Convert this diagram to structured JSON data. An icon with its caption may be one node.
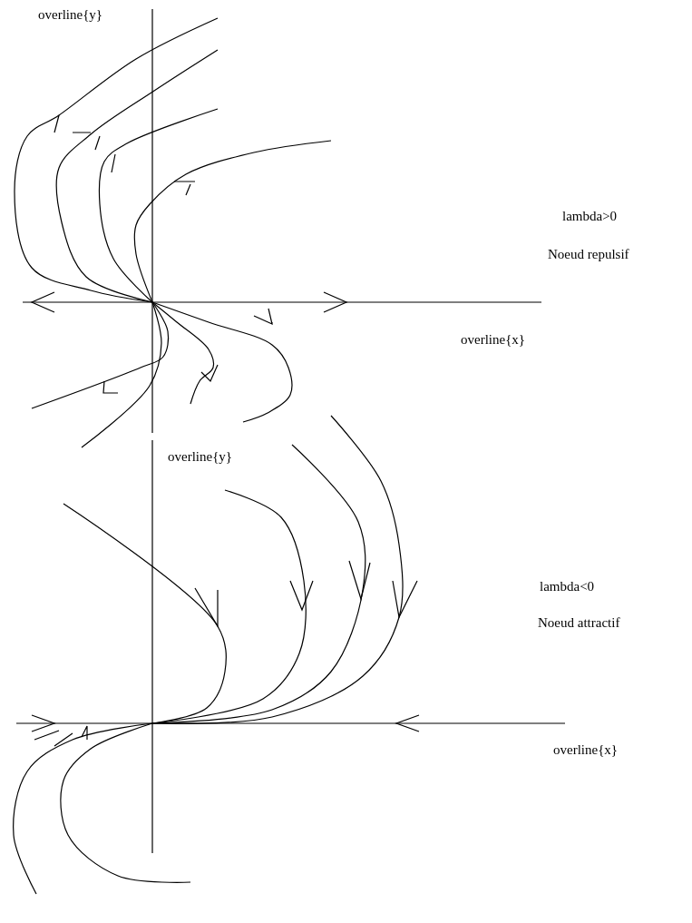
{
  "diagram": {
    "labels": [
      "overline{y}",
      "lambda>0",
      "Noeud repulsif",
      "overline{x}",
      "overline{y}",
      "lambda<0",
      "Noeud attractif",
      "overline{x}"
    ]
  }
}
